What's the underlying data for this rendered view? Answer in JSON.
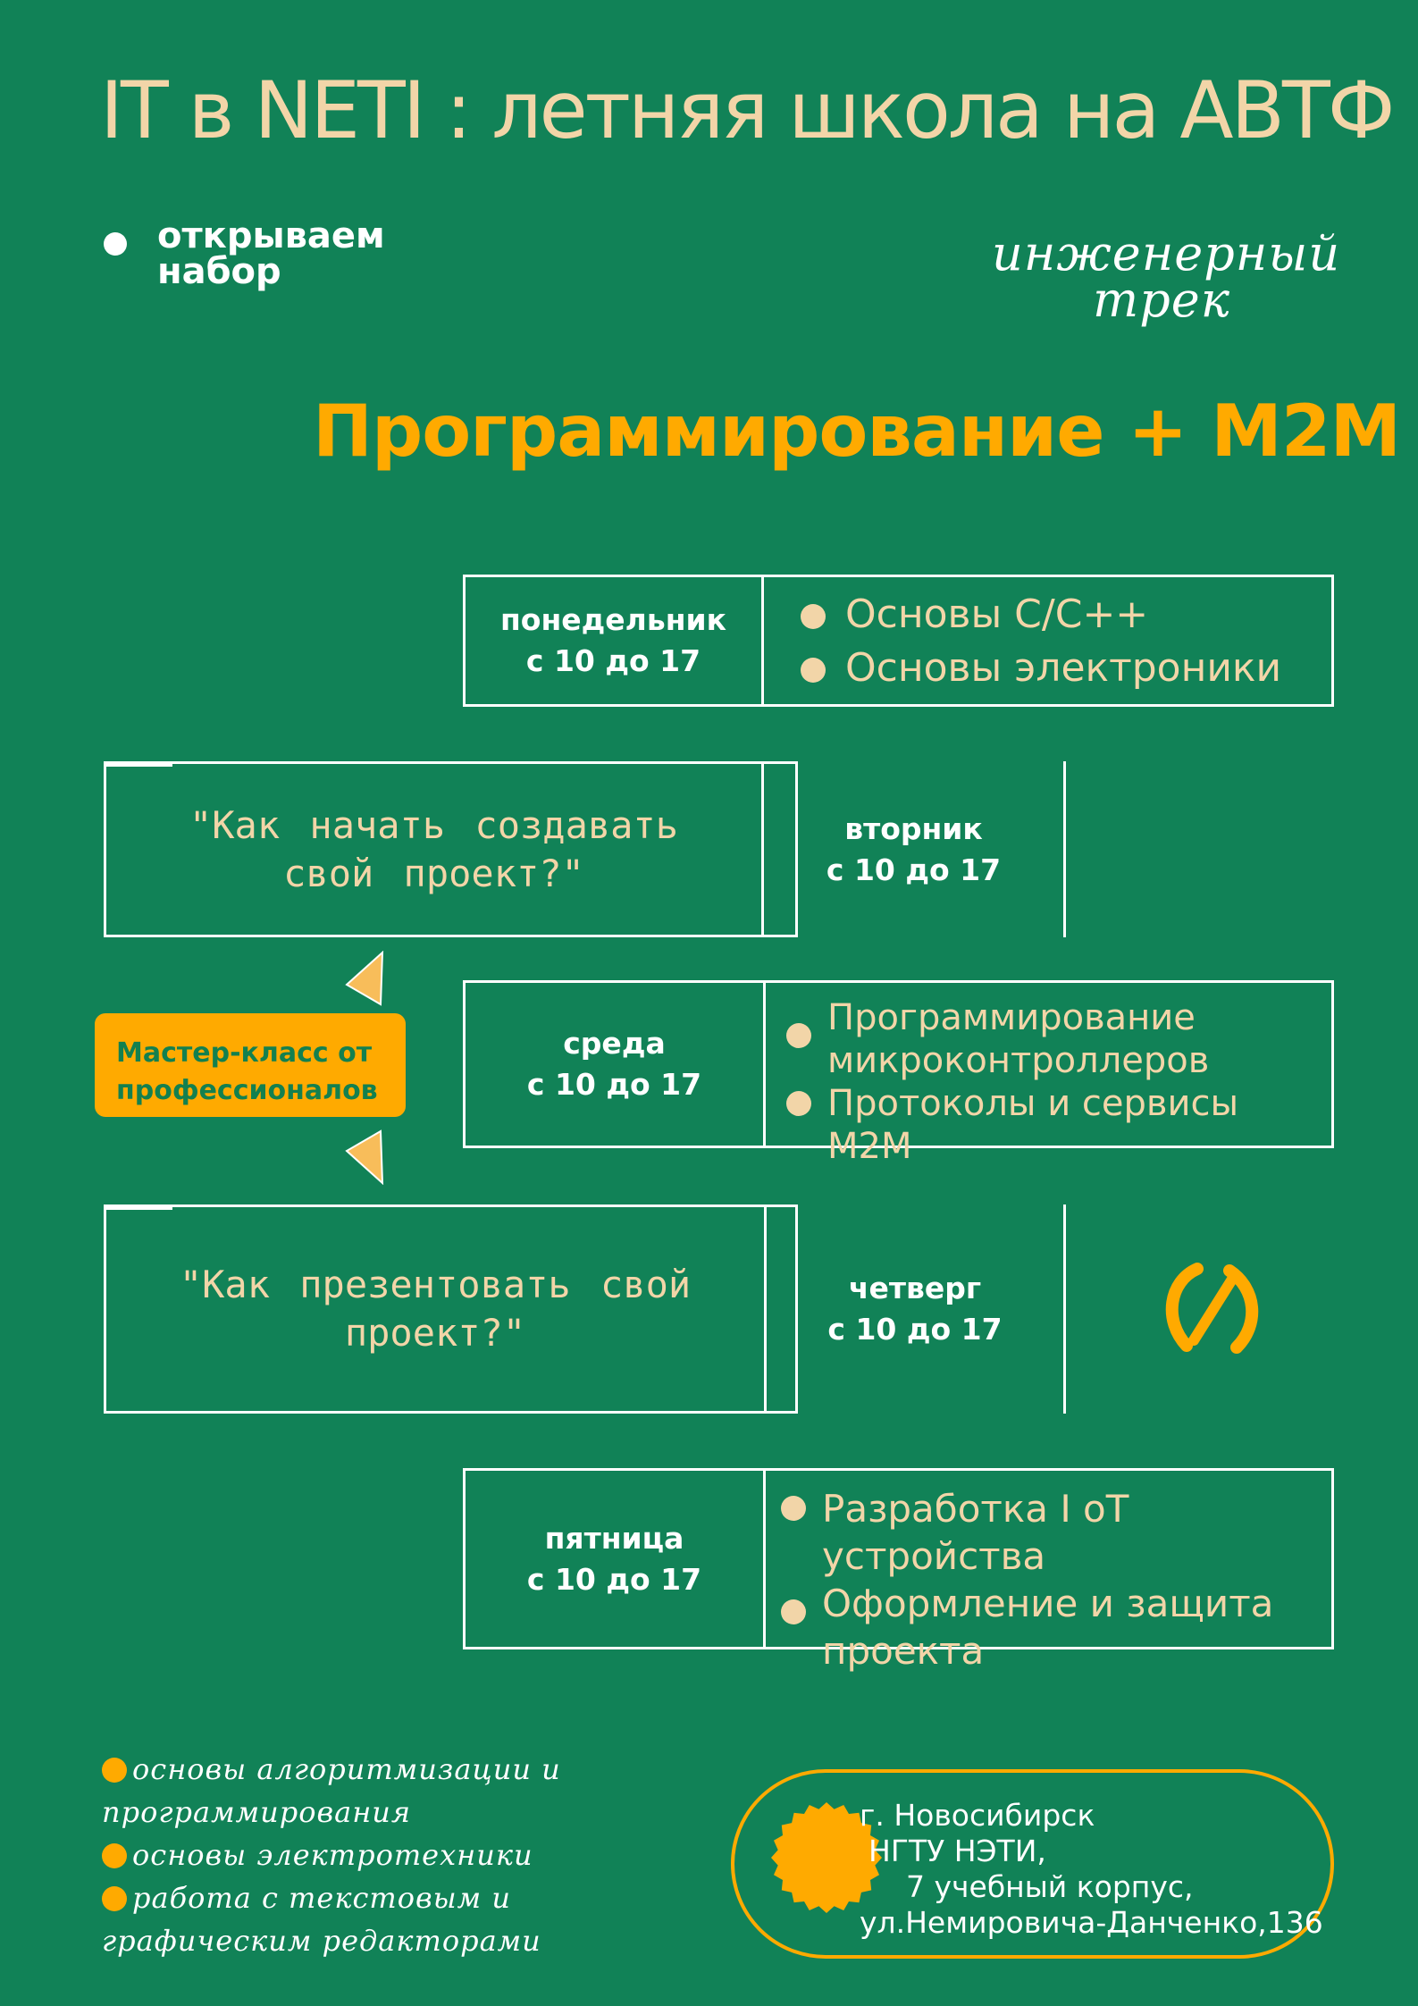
{
  "title": "IT в NETI : летняя школа на АВТФ",
  "open": {
    "line1": "открываем",
    "line2": "набор"
  },
  "track": {
    "line1": "инженерный",
    "line2": "трек"
  },
  "headline": "Программирование + M2M",
  "schedule": {
    "monday": {
      "day": "понедельник",
      "time": "с 10 до 17",
      "topics": [
        "Основы С/С++",
        "Основы электроники"
      ]
    },
    "tuesday": {
      "day": "вторник",
      "time": "с 10 до 17",
      "quote": "\"Как начать создавать свой проект?\""
    },
    "wednesday": {
      "day": "среда",
      "time": "с 10 до 17",
      "topics": [
        "Программирование микроконтроллеров",
        "Протоколы и сервисы M2M"
      ]
    },
    "thursday": {
      "day": "четверг",
      "time": "с 10 до 17",
      "quote": "\"Как презентовать свой проект?\""
    },
    "friday": {
      "day": "пятница",
      "time": "с 10 до 17",
      "topics": [
        "Разработка I oT устройства",
        "Оформление и защита проекта"
      ]
    }
  },
  "masterclass": {
    "line1": "Мастер-класс от",
    "line2": "профессионалов"
  },
  "skills": [
    "основы алгоритмизации и программирования",
    "основы электротехники",
    "работа с текстовым и графическим редакторами"
  ],
  "address": {
    "city": "г. Новосибирск",
    "uni": "НГТУ НЭТИ,",
    "building": "7 учебный корпус,",
    "street": "ул.Немировича-Данченко,136"
  },
  "colors": {
    "background": "#118257",
    "accent": "#ffaa00",
    "cream": "#f2d5a8",
    "white": "#ffffff"
  }
}
